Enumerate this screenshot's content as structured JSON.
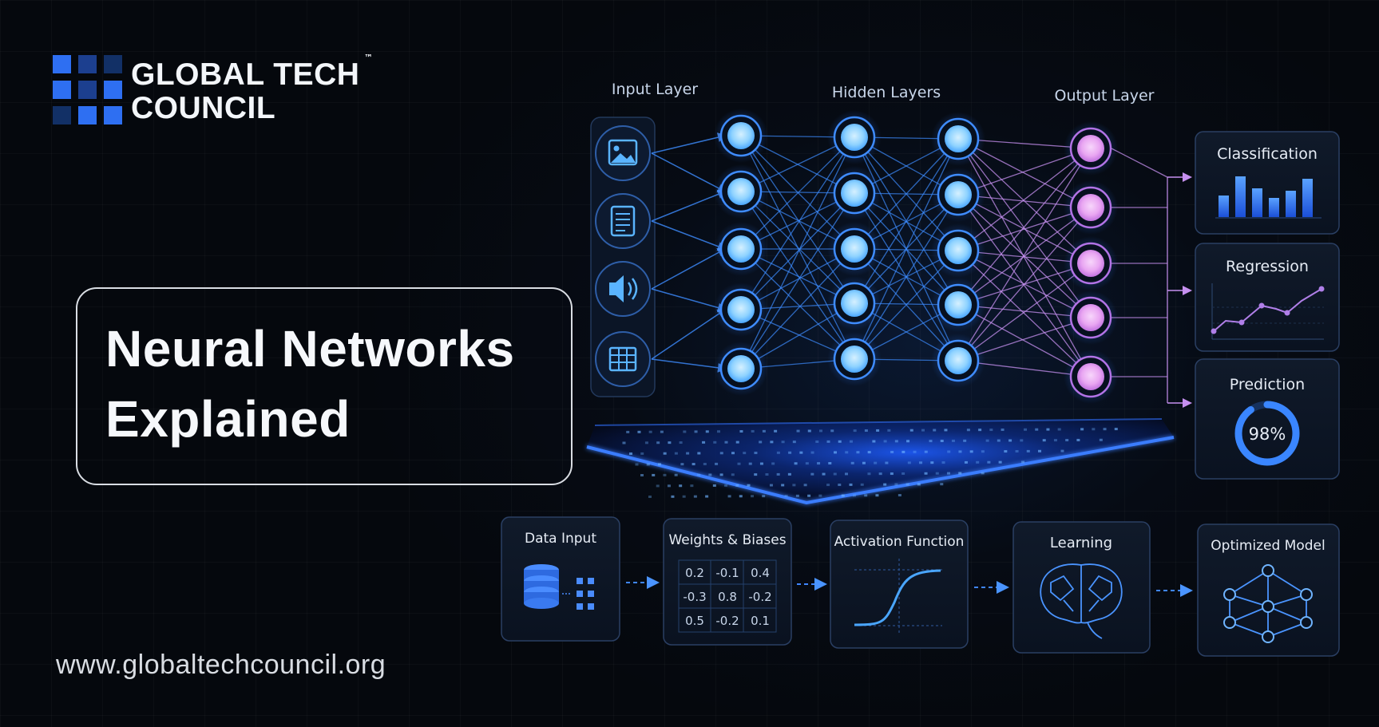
{
  "brand": {
    "name_line1": "GLOBAL TECH",
    "name_line2": "COUNCIL",
    "trademark": "™",
    "website": "www.globaltechcouncil.org",
    "logo_colors": [
      "#2e6ff2",
      "#1c3f8f",
      "#123066"
    ]
  },
  "title": {
    "line1": "Neural Networks",
    "line2": "Explained"
  },
  "network": {
    "layer_labels": {
      "input": "Input Layer",
      "hidden": "Hidden Layers",
      "output": "Output Layer"
    },
    "input_icons": [
      "image-icon",
      "document-icon",
      "speaker-icon",
      "table-icon"
    ],
    "input_nodes": 5,
    "hidden_layers": 2,
    "hidden_nodes": 5,
    "output_nodes": 5,
    "colors": {
      "node_blue": "#8fd3ff",
      "node_glow": "#2f7bff",
      "node_pink": "#e9a6f2",
      "link_blue": "#3d8cff",
      "link_pink": "#c690f0"
    }
  },
  "outputs": {
    "classification": {
      "label": "Classification",
      "bar_levels": [
        0.45,
        0.85,
        0.6,
        0.4,
        0.55,
        0.8
      ]
    },
    "regression": {
      "label": "Regression"
    },
    "prediction": {
      "label": "Prediction",
      "value": "98%",
      "fraction": 0.98
    }
  },
  "pipeline": {
    "data_input": {
      "label": "Data Input"
    },
    "weights": {
      "label": "Weights & Biases",
      "matrix": [
        [
          "0.2",
          "-0.1",
          "0.4"
        ],
        [
          "-0.3",
          "0.8",
          "-0.2"
        ],
        [
          "0.5",
          "-0.2",
          "0.1"
        ]
      ]
    },
    "activation": {
      "label": "Activation Function"
    },
    "learning": {
      "label": "Learning"
    },
    "optimized": {
      "label": "Optimized Model"
    }
  }
}
